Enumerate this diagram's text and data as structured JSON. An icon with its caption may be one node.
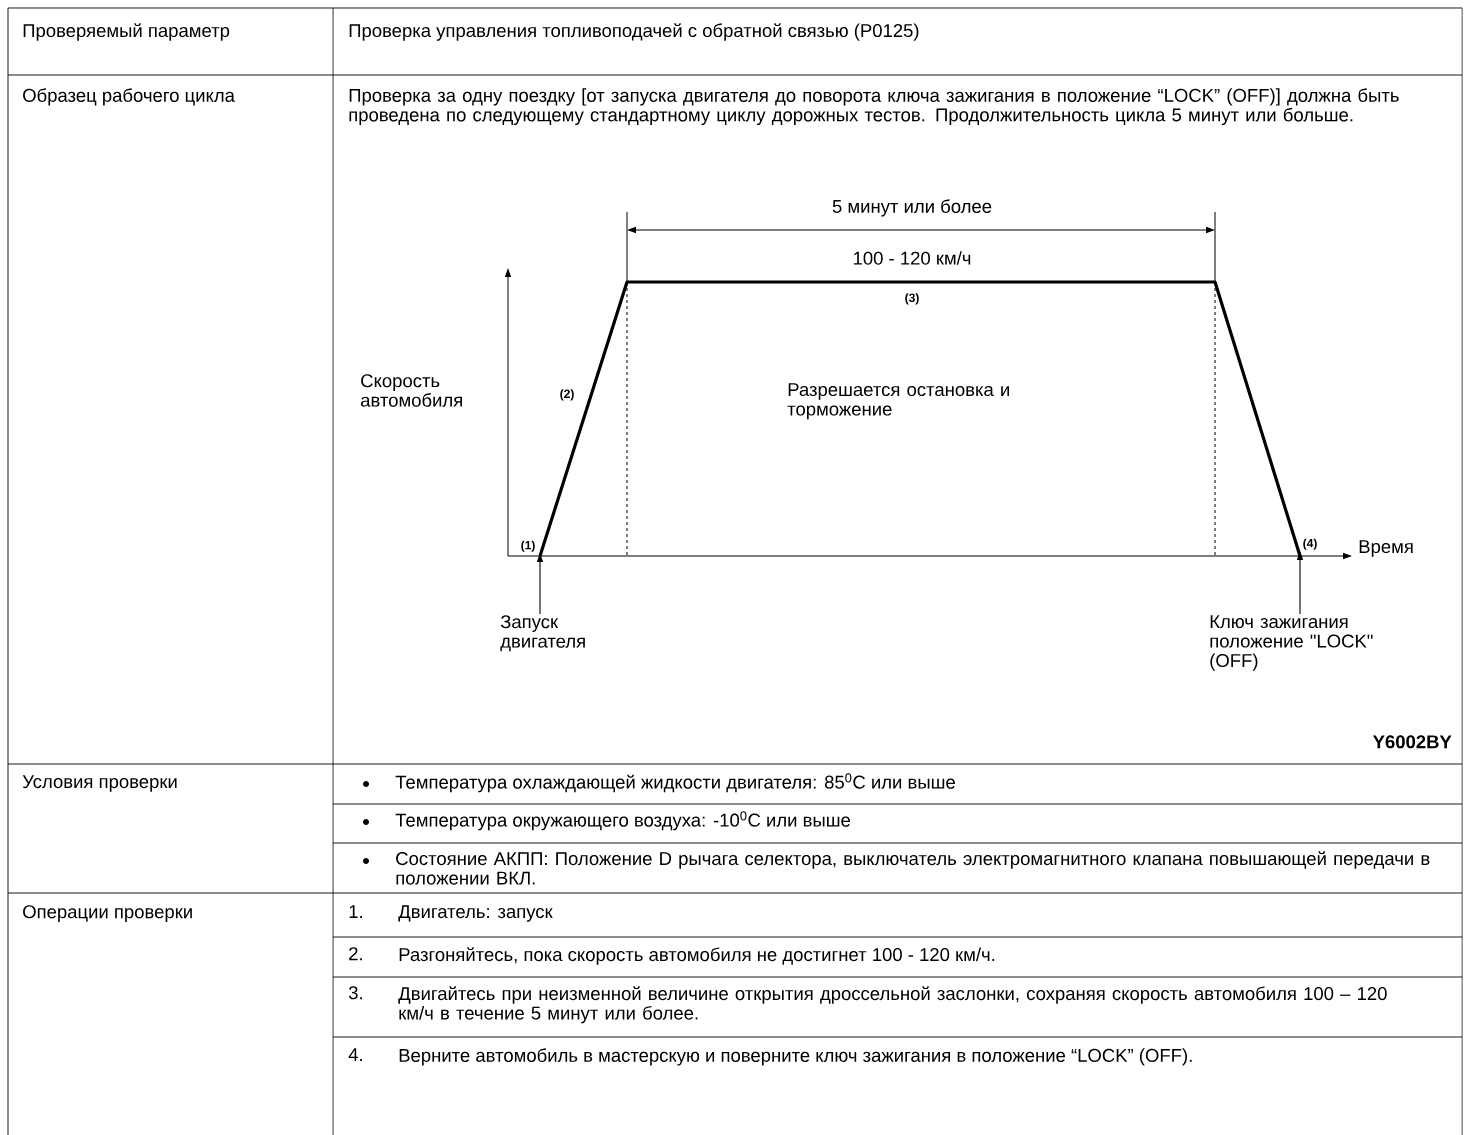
{
  "diagram": {
    "nodes": [
      {
        "text": [
          "Запуск двигателя"
        ]
      },
      {
        "text": [
          "Ключ зажигания положение \"LOCK\" (OFF)"
        ]
      },
      {
        "text": [
          "(1)"
        ]
      },
      {
        "text": [
          "(4)"
        ]
      }
    ],
    "edges": [
      {
        "from": 0,
        "to": 2,
        "arrow": "to"
      },
      {
        "from": 1,
        "to": 3,
        "arrow": "to"
      }
    ],
    "labels": [
      "Проверяемый параметр",
      "Проверка управления топливоподачей с обратной связью (P0125)",
      "Образец рабочего цикла",
      "Проверка за одну поездку [от запуска двигателя до поворота ключа зажигания в положение “LOCK” (OFF)] должна быть проведена по следующему стандартному циклу дорожных тестов. Продолжительность цикла 5 минут или больше.",
      "5 минут или более",
      "100 - 120 км/ч",
      "(3)",
      "Скорость автомобиля",
      "(2)",
      "Разрешается остановка и торможение",
      "Время",
      "Y6002BY",
      "Условия проверки",
      "Температура охлаждающей жидкости двигателя: 85$^{0}$C или выше",
      "Температура окружающего воздуха: -10$^{0}$C или выше",
      "Состояние АКПП: Положение D рычага селектора, выключатель электромагнитного клапана повышающей передачи в положении ВКЛ.",
      "Операции проверки",
      "1.",
      "Двигатель: запуск",
      "2.",
      "Разгоняйтесь, пока скорость автомобиля не достигнет 100 - 120 км/ч.",
      "3.",
      "Двигайтесь при неизменной величине открытия дроссельной заслонки, сохраняя скорость автомобиля 100 – 120 км/ч в течение 5 минут или более.",
      "4.",
      "Верните автомобиль в мастерскую и поверните ключ зажигания в положение “LOCK” (OFF)."
    ]
  }
}
